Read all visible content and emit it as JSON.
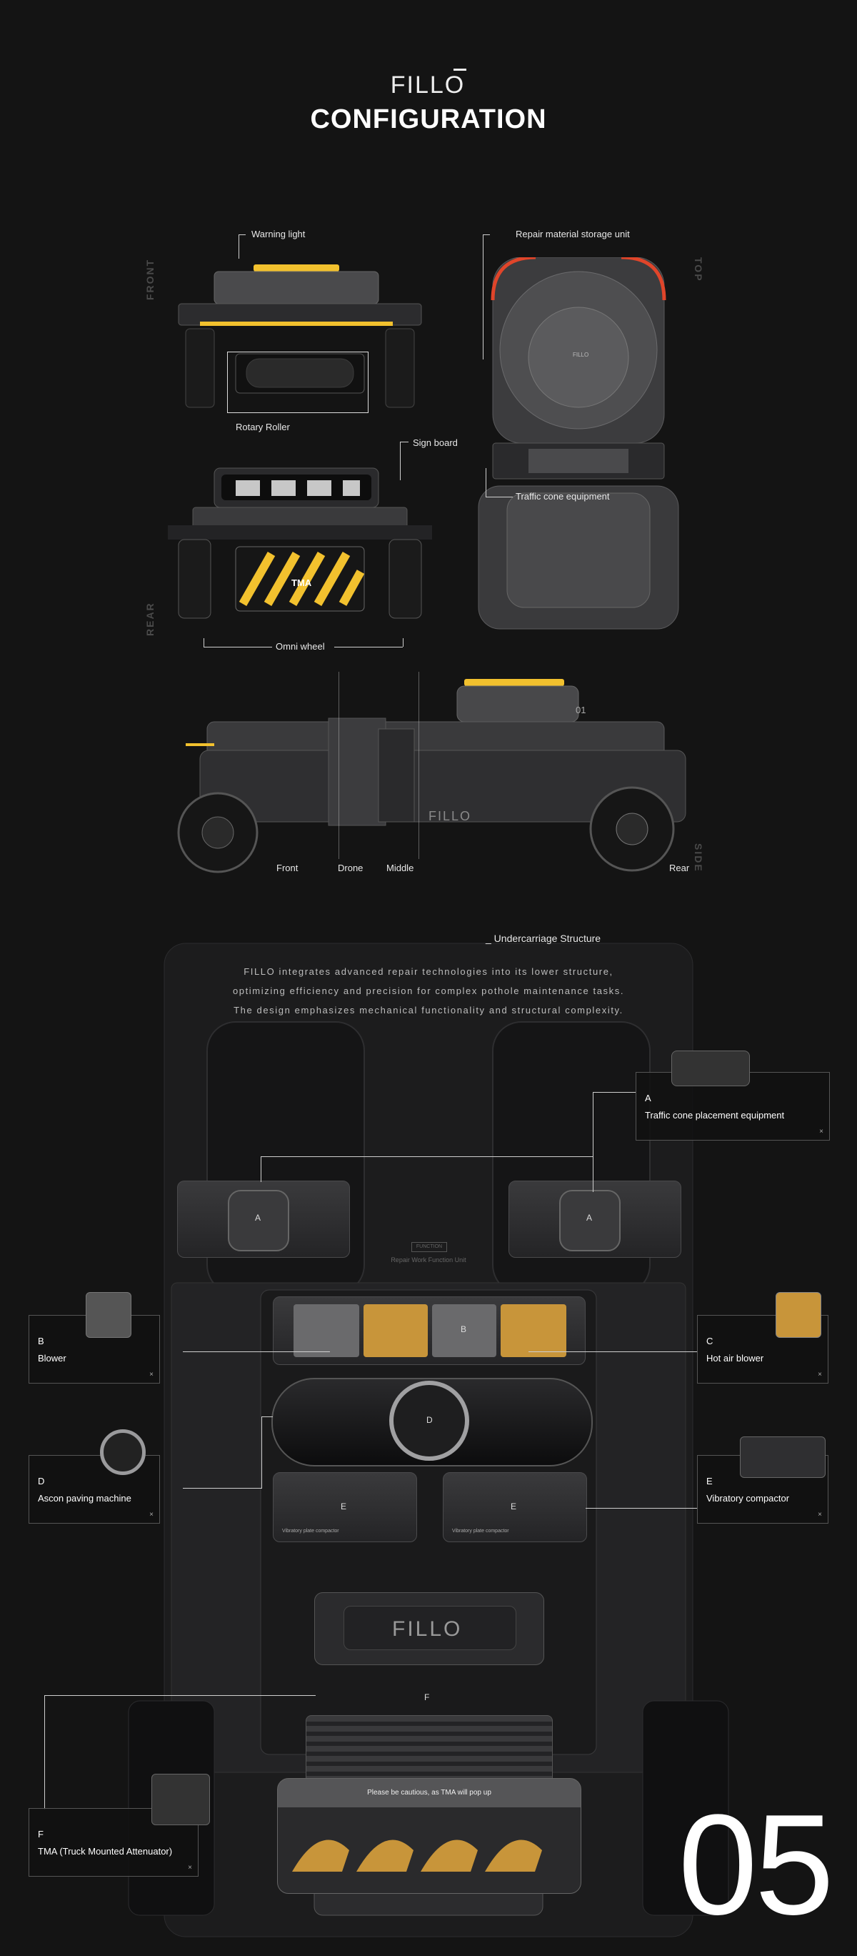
{
  "header": {
    "brand": "FILLO",
    "title": "CONFIGURATION"
  },
  "views": {
    "front": "FRONT",
    "top": "TOP",
    "rear": "REAR",
    "side": "SIDE"
  },
  "callouts": {
    "warning_light": "Warning light",
    "repair_storage": "Repair material storage unit",
    "rotary_roller": "Rotary Roller",
    "sign_board": "Sign board",
    "traffic_cone": "Traffic cone equipment",
    "omni_wheel": "Omni wheel",
    "tma_plate": "TMA",
    "side_front": "Front",
    "side_drone": "Drone",
    "side_middle": "Middle",
    "side_rear": "Rear",
    "top_badge": "FILLO",
    "side_unit_no": "01",
    "side_logo": "FILLO"
  },
  "undercarriage": {
    "heading": "_ Undercarriage Structure",
    "lines": [
      "FILLO integrates advanced repair technologies into its lower structure,",
      "optimizing efficiency and precision for complex pothole maintenance tasks.",
      "The design emphasizes mechanical functionality and structural complexity."
    ],
    "unit_label": "Repair Work Function Unit",
    "unit_tag": "FUNCTION",
    "module_a": "A",
    "module_b": "B",
    "module_d": "D",
    "module_e": "E",
    "plate_text": "Vibratory plate compactor",
    "tma_logo": "FILLO",
    "tma_warning": "Please be cautious, as TMA will pop up",
    "tma_marker": "F"
  },
  "parts": [
    {
      "letter": "A",
      "name": "Traffic cone placement equipment"
    },
    {
      "letter": "B",
      "name": "Blower"
    },
    {
      "letter": "C",
      "name": "Hot air blower"
    },
    {
      "letter": "D",
      "name": "Ascon paving machine"
    },
    {
      "letter": "E",
      "name": "Vibratory compactor"
    },
    {
      "letter": "F",
      "name": "TMA (Truck Mounted Attenuator)"
    }
  ],
  "close_glyph": "×",
  "page_number": "05",
  "colors": {
    "accent": "#f2c12e",
    "warning_red": "#e0452a",
    "background": "#141414"
  }
}
